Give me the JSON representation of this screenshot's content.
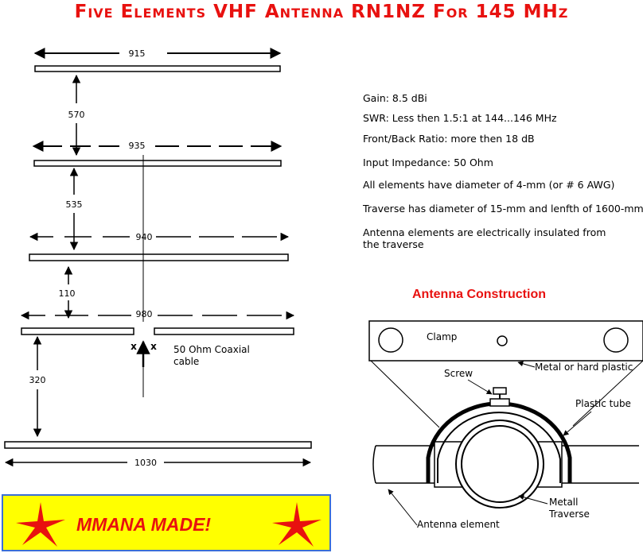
{
  "title": "Five Elements VHF Antenna RN1NZ For 145 MHz",
  "dimensions": {
    "element_lengths": [
      "915",
      "935",
      "940",
      "980",
      "1030"
    ],
    "spacings": [
      "570",
      "535",
      "110",
      "320"
    ],
    "feed_label_line1": "50 Ohm Coaxial",
    "feed_label_line2": "cable",
    "feed_mark": "x"
  },
  "specs": [
    "Gain: 8.5 dBi",
    "SWR: Less then 1.5:1 at 144...146 MHz",
    "Front/Back Ratio: more then 18 dB",
    "Input Impedance: 50 Ohm",
    "All elements have diameter of 4-mm (or # 6 AWG)",
    "Traverse has diameter of 15-mm and lenfth of 1600-mm",
    "Antenna elements are electrically insulated from",
    "the traverse"
  ],
  "construction": {
    "title": "Antenna Construction",
    "clamp": "Clamp",
    "material": "Metal or hard plastic",
    "screw": "Screw",
    "plastic_tube": "Plastic tube",
    "traverse_line1": "Metall",
    "traverse_line2": "Traverse",
    "element": "Antenna element"
  },
  "badge": {
    "text": "MMANA MADE!",
    "colors": {
      "background": "#ffff00",
      "text": "#e8110f",
      "border": "#3b6fd6"
    }
  },
  "colors": {
    "title": "#e8110f",
    "lines": "#000000"
  }
}
